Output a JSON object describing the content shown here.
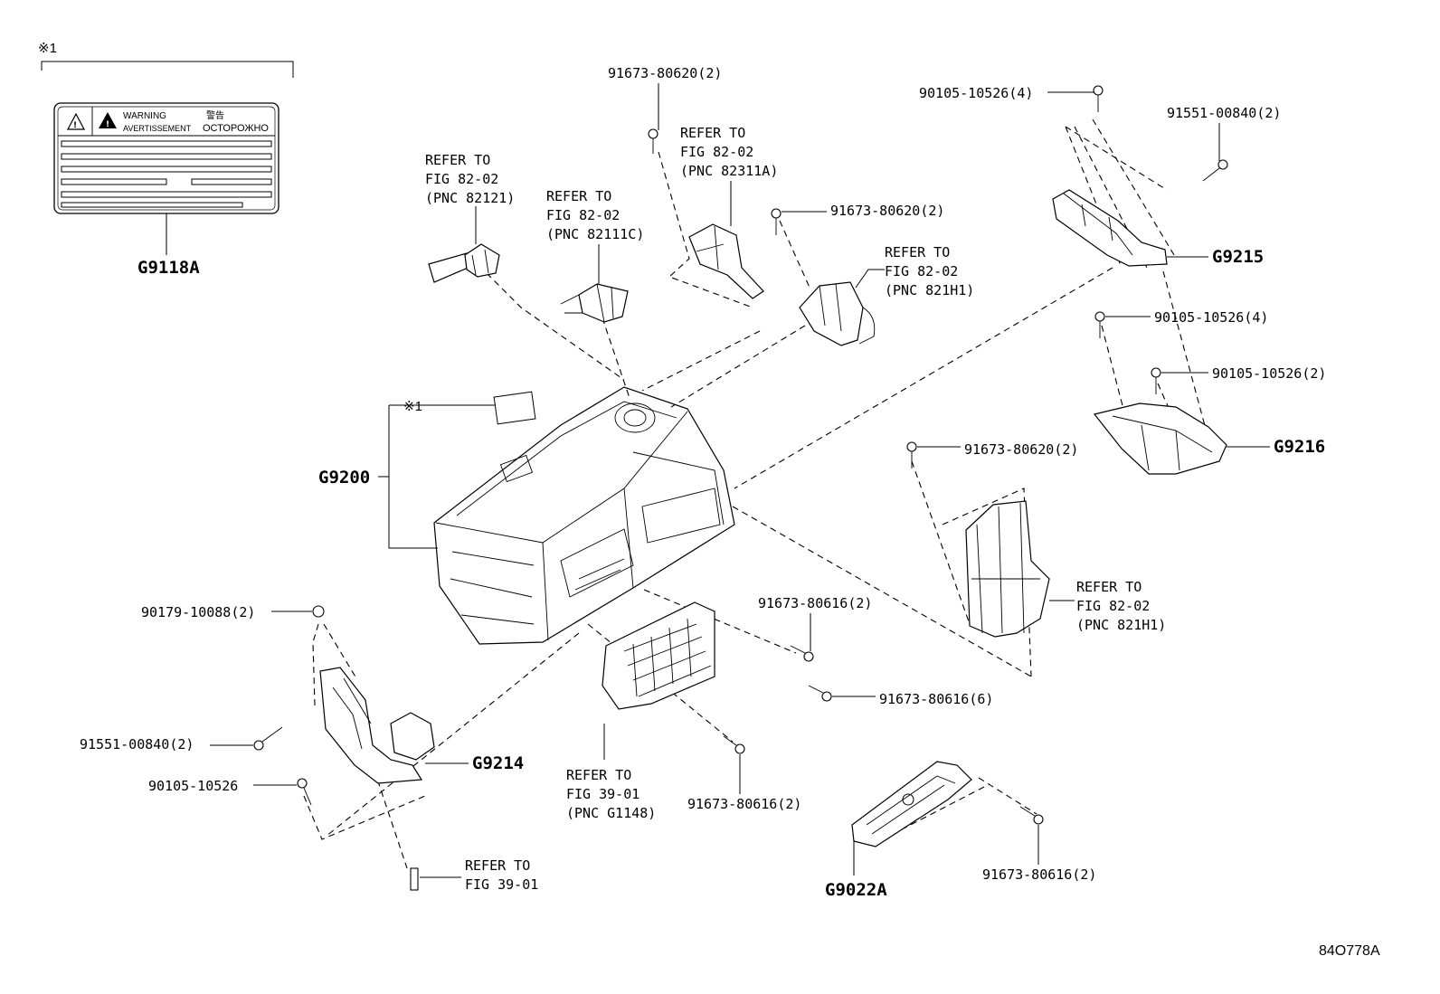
{
  "diagram_id": "84O778A",
  "note_symbol": "※1",
  "warning_label": {
    "warning": "WARNING",
    "avertissement": "AVERTISSEMENT",
    "japanese": "警告",
    "russian": "ОСТОРОЖНО"
  },
  "parts": {
    "g9118a": "G9118A",
    "g9200": "G9200",
    "g9215": "G9215",
    "g9216": "G9216",
    "g9214": "G9214",
    "g9022a": "G9022A"
  },
  "callouts": {
    "c1": "91673-80620(2)",
    "c2": "90105-10526(4)",
    "c3": "91551-00840(2)",
    "c4": "91673-80620(2)",
    "c5": "90105-10526(4)",
    "c6": "90105-10526(2)",
    "c7": "91673-80620(2)",
    "c8": "91673-80616(2)",
    "c9": "91673-80616(6)",
    "c10": "91673-80616(2)",
    "c11": "91673-80616(2)",
    "c12": "90179-10088(2)",
    "c13": "91551-00840(2)",
    "c14": "90105-10526"
  },
  "refs": {
    "r82121": [
      "REFER TO",
      "FIG 82-02",
      "(PNC 82121)"
    ],
    "r82111c": [
      "REFER TO",
      "FIG 82-02",
      "(PNC 82111C)"
    ],
    "r82311a": [
      "REFER TO",
      "FIG 82-02",
      "(PNC 82311A)"
    ],
    "r821h1a": [
      "REFER TO",
      "FIG 82-02",
      "(PNC 821H1)"
    ],
    "r821h1b": [
      "REFER TO",
      "FIG 82-02",
      "(PNC 821H1)"
    ],
    "rg1148": [
      "REFER TO",
      "FIG 39-01",
      "(PNC G1148)"
    ],
    "r3901": [
      "REFER TO",
      "FIG 39-01"
    ]
  }
}
